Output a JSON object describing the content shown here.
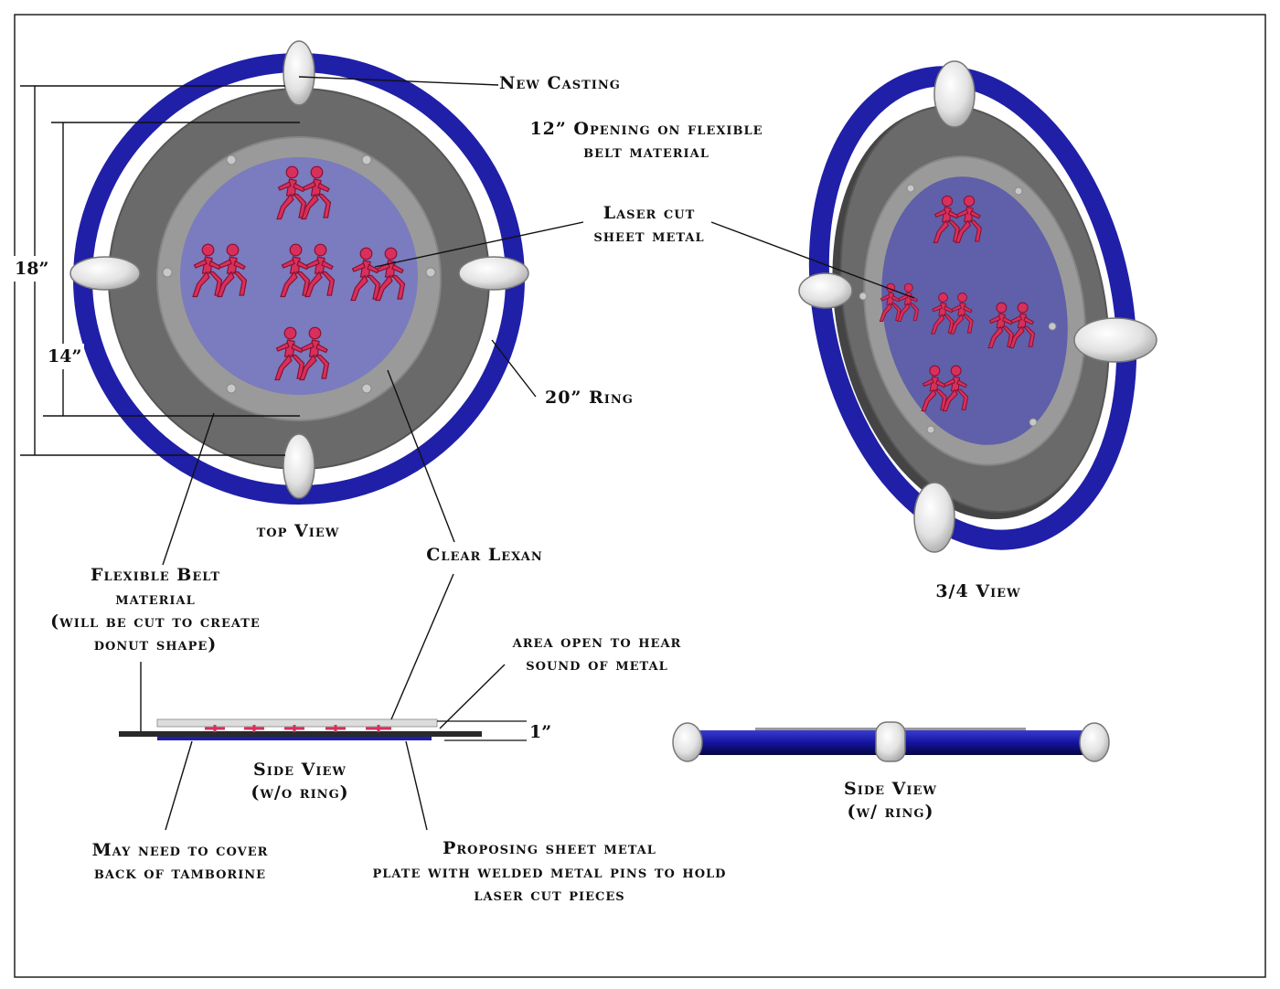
{
  "colors": {
    "ring": "#1f1fa8",
    "belt": "#6a6a6a",
    "lexan_rim": "#9a9a9a",
    "panel": "#7b7bbf",
    "figure": "#d8305c",
    "casting": "#e4e4e4"
  },
  "top_view": {
    "caption": "top View",
    "dim_outer": "18”",
    "dim_inner": "14”"
  },
  "three_quarter_view": {
    "caption": "3/4 View"
  },
  "side_view_no_ring": {
    "caption_line1": "Side View",
    "caption_line2": "(w/o ring)",
    "dim_thickness": "1”"
  },
  "side_view_ring": {
    "caption_line1": "Side View",
    "caption_line2": "(w/ ring)"
  },
  "callouts": {
    "new_casting": "New Casting",
    "opening_line1": "12” Opening on flexible",
    "opening_line2": "belt material",
    "laser_cut_line1": "Laser cut",
    "laser_cut_line2": "sheet metal",
    "ring": "20” Ring",
    "clear_lexan": "Clear Lexan",
    "flexible_belt_line1": "Flexible Belt",
    "flexible_belt_line2": "material",
    "flexible_belt_line3": "(will be cut to create",
    "flexible_belt_line4": "donut shape)",
    "area_open_line1": "area open to hear",
    "area_open_line2": "sound of metal",
    "cover_back_line1": "May need to cover",
    "cover_back_line2": "back of tamborine",
    "proposing_line1": "Proposing sheet metal",
    "proposing_line2": "plate with welded metal pins to hold",
    "proposing_line3": "laser cut pieces"
  }
}
